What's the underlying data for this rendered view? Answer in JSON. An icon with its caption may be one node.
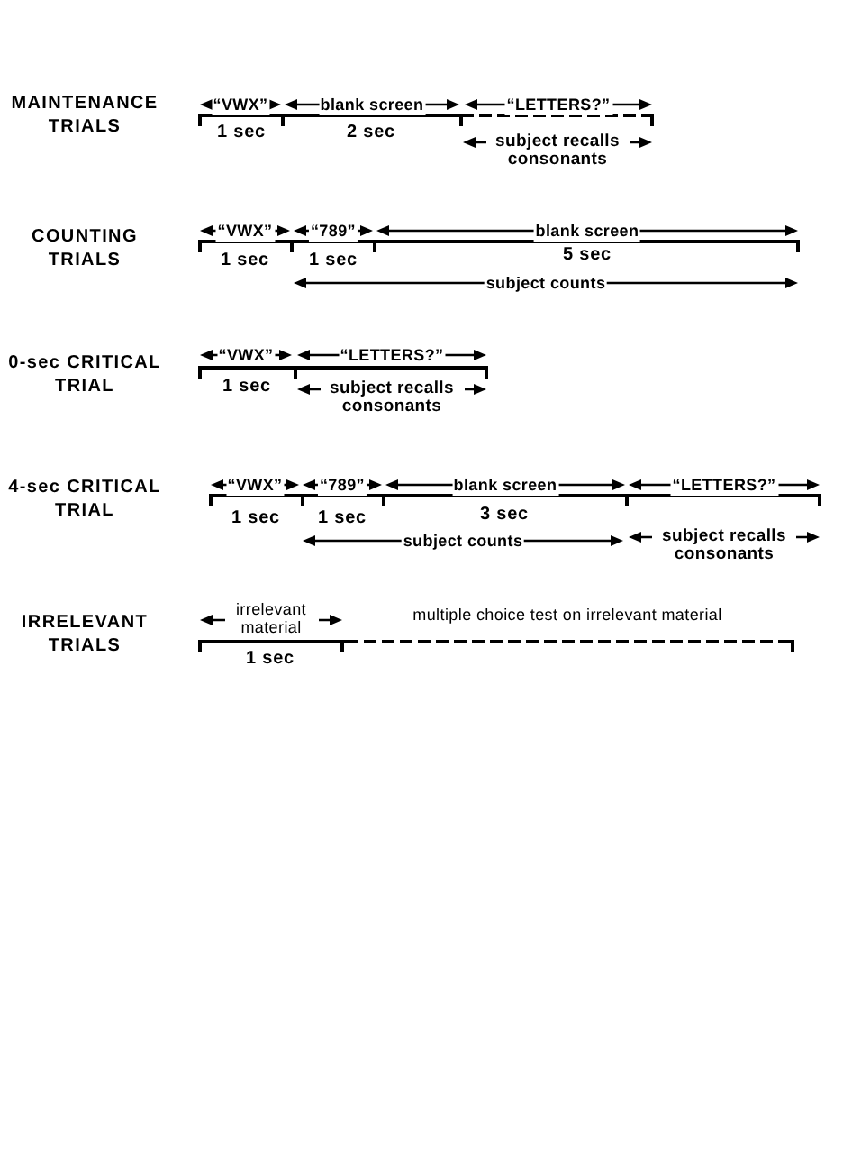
{
  "diagram": {
    "labels": [
      "MAINTENANCE TRIALS",
      "“VWX”",
      "blank screen",
      "“LETTERS?”",
      "1 sec",
      "2 sec",
      "subject recalls consonants",
      "COUNTING TRIALS",
      "“VWX”",
      "“789”",
      "blank screen",
      "1 sec",
      "1 sec",
      "5 sec",
      "subject counts",
      "0-sec CRITICAL TRIAL",
      "“VWX”",
      "“LETTERS?”",
      "1 sec",
      "subject recalls consonants",
      "4-sec CRITICAL TRIAL",
      "“VWX”",
      "“789”",
      "blank screen",
      "“LETTERS?”",
      "1 sec",
      "1 sec",
      "3 sec",
      "subject counts",
      "subject recalls consonants",
      "IRRELEVANT TRIALS",
      "irrelevant material",
      "multiple choice test on irrelevant material",
      "1 sec"
    ]
  }
}
